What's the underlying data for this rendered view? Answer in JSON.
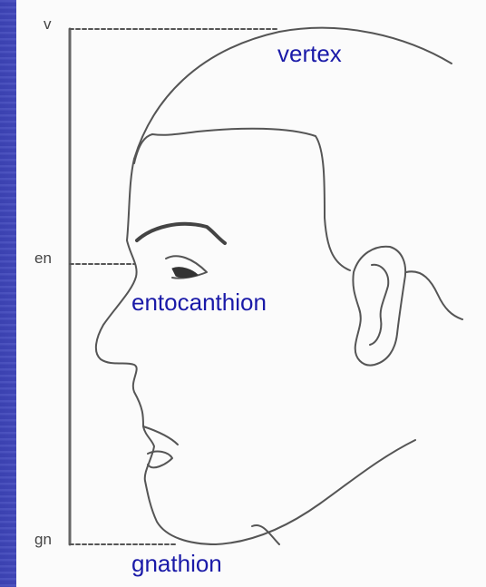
{
  "figure": {
    "tick_labels": {
      "vertex_tick": "v",
      "entocanthion_tick": "en",
      "gnathion_tick": "gn"
    },
    "annotations": {
      "vertex": "vertex",
      "entocanthion": "entocanthion",
      "gnathion": "gnathion"
    },
    "annotation_color": "#1a1aa8",
    "background_color": "#4a4fc4"
  }
}
